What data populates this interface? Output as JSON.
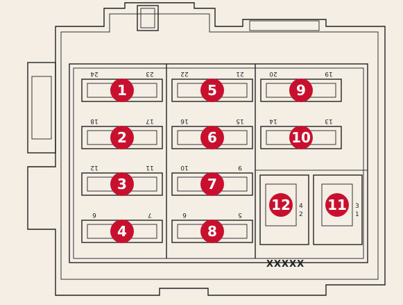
{
  "code_label": "XXXXX",
  "badge_color": "#c8102e",
  "fuses": [
    {
      "id": "1",
      "pin_a": "24",
      "pin_b": "23"
    },
    {
      "id": "2",
      "pin_a": "18",
      "pin_b": "17"
    },
    {
      "id": "3",
      "pin_a": "12",
      "pin_b": "11"
    },
    {
      "id": "4",
      "pin_a": "6",
      "pin_b": "7"
    },
    {
      "id": "5",
      "pin_a": "22",
      "pin_b": "21"
    },
    {
      "id": "6",
      "pin_a": "16",
      "pin_b": "15"
    },
    {
      "id": "7",
      "pin_a": "10",
      "pin_b": "9"
    },
    {
      "id": "8",
      "pin_a": "6",
      "pin_b": "5"
    },
    {
      "id": "9",
      "pin_a": "20",
      "pin_b": "19"
    },
    {
      "id": "10",
      "pin_a": "14",
      "pin_b": "13"
    },
    {
      "id": "11",
      "pin_a": "3",
      "pin_b": "1"
    },
    {
      "id": "12",
      "pin_a": "4",
      "pin_b": "2"
    }
  ]
}
